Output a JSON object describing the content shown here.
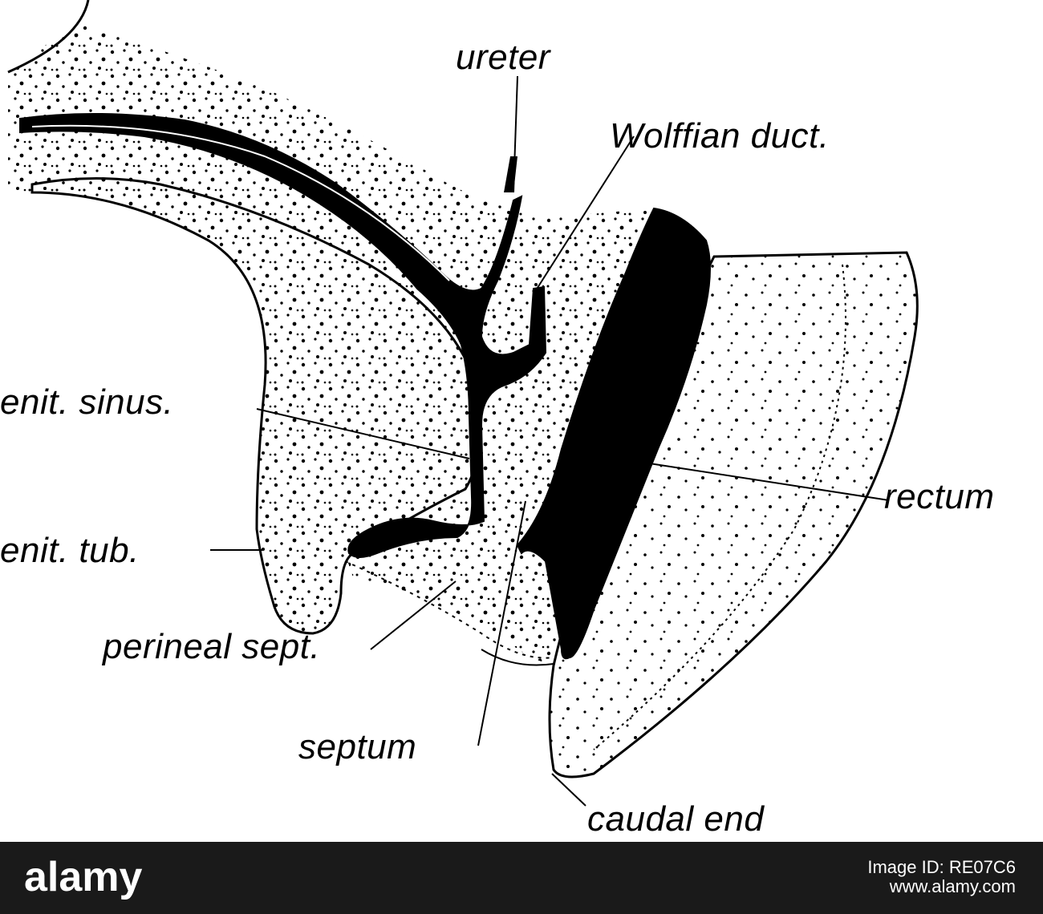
{
  "labels": {
    "ureter": "ureter",
    "wolffian": "Wolffian duct.",
    "sinus": "enit. sinus.",
    "tub": "enit. tub.",
    "rectum": "rectum",
    "perineal": "perineal sept.",
    "septum": "septum",
    "caudal": "caudal end"
  },
  "stock": {
    "logo": "alamy",
    "image_id": "Image ID: RE07C6",
    "url": "www.alamy.com"
  },
  "colors": {
    "ink": "#000000",
    "paper": "#ffffff",
    "bar": "#1a1a1a"
  }
}
